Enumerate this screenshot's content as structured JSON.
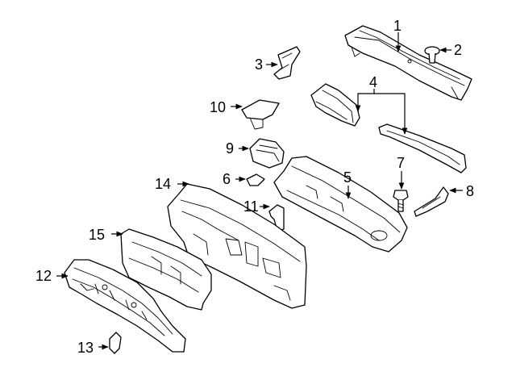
{
  "callouts": [
    {
      "id": "1",
      "label": "1"
    },
    {
      "id": "2",
      "label": "2"
    },
    {
      "id": "3",
      "label": "3"
    },
    {
      "id": "4",
      "label": "4"
    },
    {
      "id": "5",
      "label": "5"
    },
    {
      "id": "6",
      "label": "6"
    },
    {
      "id": "7",
      "label": "7"
    },
    {
      "id": "8",
      "label": "8"
    },
    {
      "id": "9",
      "label": "9"
    },
    {
      "id": "10",
      "label": "10"
    },
    {
      "id": "11",
      "label": "11"
    },
    {
      "id": "12",
      "label": "12"
    },
    {
      "id": "13",
      "label": "13"
    },
    {
      "id": "14",
      "label": "14"
    },
    {
      "id": "15",
      "label": "15"
    }
  ],
  "colors": {
    "line": "#000000",
    "background": "#ffffff",
    "shade": "#e9e9e9"
  }
}
